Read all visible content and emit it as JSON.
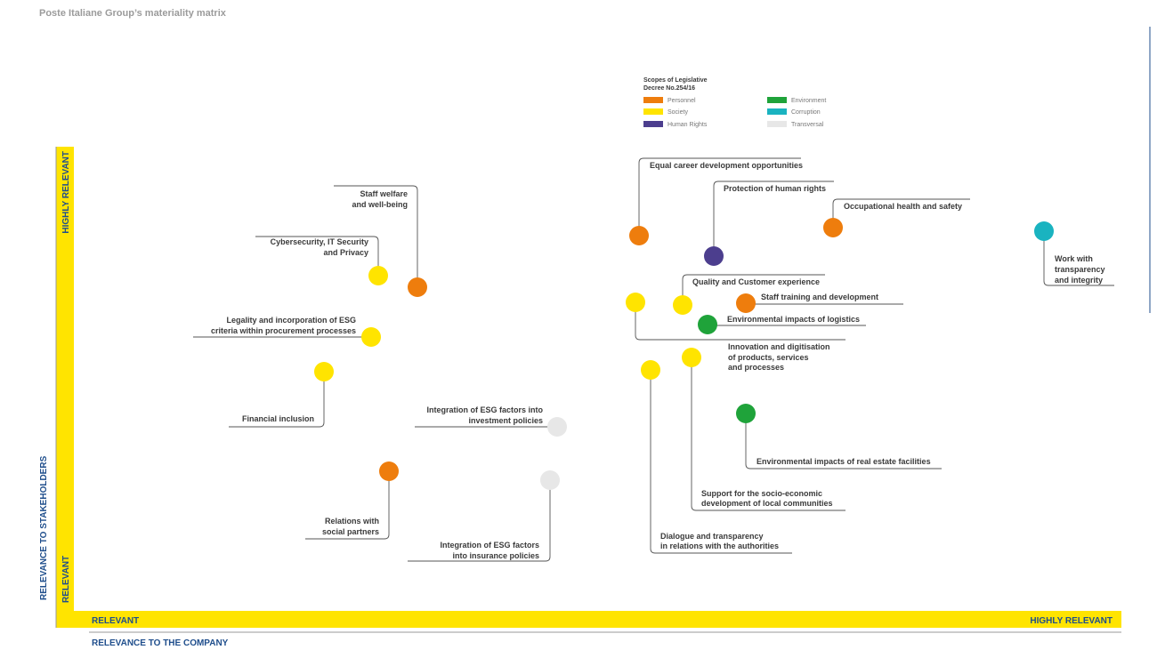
{
  "title": "Poste Italiane Group’s materiality matrix",
  "colors": {
    "Personnel": "#ee7d0d",
    "Society": "#ffe400",
    "Human Rights": "#4c3e8e",
    "Environment": "#1fa33a",
    "Corruption": "#1ab3c0",
    "Transversal": "#e7e7e7",
    "axis_bar": "#ffe400",
    "axis_text": "#1f4e8c",
    "leader": "#555555"
  },
  "legend": {
    "title_lines": [
      "Scopes of Legislative",
      "Decree No.254/16"
    ],
    "items": [
      "Personnel",
      "Society",
      "Human Rights",
      "Environment",
      "Corruption",
      "Transversal"
    ]
  },
  "axes": {
    "x_title": "RELEVANCE TO THE COMPANY",
    "y_title": "RELEVANCE TO STAKEHOLDERS",
    "low": "RELEVANT",
    "high": "HIGHLY RELEVANT"
  },
  "chart_data": {
    "type": "scatter",
    "x_title": "RELEVANCE TO THE COMPANY",
    "y_title": "RELEVANCE TO STAKEHOLDERS",
    "scale": [
      "RELEVANT",
      "HIGHLY RELEVANT"
    ],
    "topics": [
      {
        "label": [
          "Staff welfare",
          "and well-being"
        ],
        "scope": "Personnel",
        "x": 0.34,
        "y": 0.7
      },
      {
        "label": [
          "Cybersecurity, IT Security",
          "and Privacy"
        ],
        "scope": "Society",
        "x": 0.3,
        "y": 0.72
      },
      {
        "label": [
          "Legality and incorporation of ESG",
          "criteria within procurement processes"
        ],
        "scope": "Society",
        "x": 0.3,
        "y": 0.59
      },
      {
        "label": [
          "Financial inclusion"
        ],
        "scope": "Society",
        "x": 0.25,
        "y": 0.52
      },
      {
        "label": [
          "Integration of ESG factors into",
          "investment policies"
        ],
        "scope": "Transversal",
        "x": 0.47,
        "y": 0.41
      },
      {
        "label": [
          "Relations with",
          "social partners"
        ],
        "scope": "Personnel",
        "x": 0.31,
        "y": 0.31
      },
      {
        "label": [
          "Integration of ESG factors",
          "into insurance policies"
        ],
        "scope": "Transversal",
        "x": 0.46,
        "y": 0.29
      },
      {
        "label": [
          "Equal career development opportunities"
        ],
        "scope": "Personnel",
        "x": 0.55,
        "y": 0.82
      },
      {
        "label": [
          "Protection of human rights"
        ],
        "scope": "Human Rights",
        "x": 0.62,
        "y": 0.77
      },
      {
        "label": [
          "Occupational health and safety"
        ],
        "scope": "Personnel",
        "x": 0.73,
        "y": 0.83
      },
      {
        "label": [
          "Work with",
          "transparency",
          "and integrity"
        ],
        "scope": "Corruption",
        "x": 0.93,
        "y": 0.83
      },
      {
        "label": [
          "Quality and Customer experience"
        ],
        "scope": "Society",
        "x": 0.59,
        "y": 0.66
      },
      {
        "label": [
          "Staff training and development"
        ],
        "scope": "Personnel",
        "x": 0.65,
        "y": 0.66
      },
      {
        "label": [
          "Environmental impacts of logistics"
        ],
        "scope": "Environment",
        "x": 0.61,
        "y": 0.62
      },
      {
        "label": [
          "Innovation and digitisation",
          "of products, services",
          "and processes"
        ],
        "scope": "Society",
        "x": 0.55,
        "y": 0.67
      },
      {
        "label": [
          "Dialogue and transparency",
          "in relations with the authorities"
        ],
        "scope": "Society",
        "x": 0.56,
        "y": 0.54
      },
      {
        "label": [
          "Support for the socio-economic",
          "development of local communities"
        ],
        "scope": "Society",
        "x": 0.6,
        "y": 0.55
      },
      {
        "label": [
          "Environmental impacts of real estate facilities"
        ],
        "scope": "Environment",
        "x": 0.65,
        "y": 0.43
      }
    ]
  }
}
